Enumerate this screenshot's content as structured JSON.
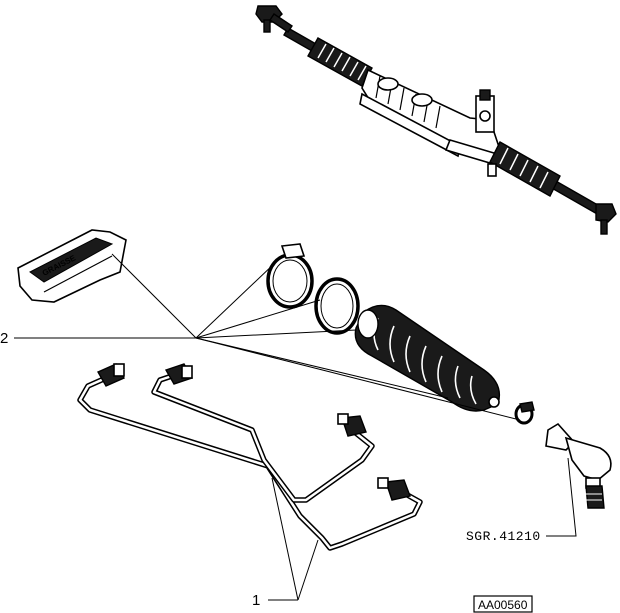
{
  "diagram": {
    "callouts": [
      {
        "id": "1",
        "label": "1"
      },
      {
        "id": "2",
        "label": "2"
      }
    ],
    "reference_code": "SGR.41210",
    "figure_code": "AA00560",
    "grease_pack_text": "GRAISSE"
  }
}
